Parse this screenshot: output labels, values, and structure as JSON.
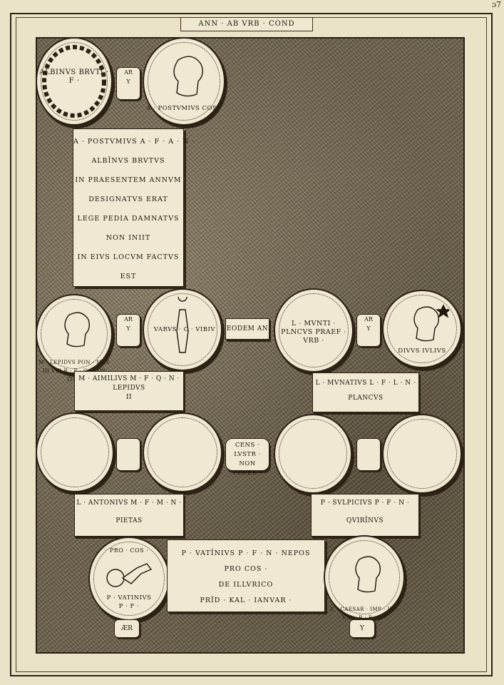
{
  "page": {
    "header": "ANN · AB VRB · COND",
    "corner_mark": "ɔ7"
  },
  "top": {
    "reverse_coin": "ALBINVS BRVTI · F ·",
    "obverse_coin": "A · POSTVMIVS COS ·",
    "connector": [
      "AR",
      "Y"
    ],
    "inscription": [
      "A · POSTVMIVS A · F · A · N ·",
      "ALBĪNVS BRVTVS",
      "IN PRAESENTEM ANNVM",
      "DESIGNATVS ERAT",
      "LEGE PEDIA DAMNATVS",
      "NON INIIT",
      "IN EIVS LOCVM FACTVS",
      "EST"
    ]
  },
  "row2": {
    "left": {
      "coin_a": "M · LEPIDVS PON · MAX · III VIR R · P · C · COS · ITER",
      "coin_b": "VARVS · C · VIBIV",
      "connector": [
        "AR",
        "Y"
      ],
      "label": [
        "M · AIMILIVS M · F · Q · N ·",
        "LEPIDVS",
        "II"
      ]
    },
    "middle": "EODEM AN ·",
    "right": {
      "coin_a": "L · MVNTI · PLNCVS PRAEF · VRB ·",
      "coin_b": "DIVVS IVLIVS",
      "connector": [
        "AR",
        "Y"
      ],
      "label": [
        "L · MVNATIVS L · F · L · N ·",
        "PLANCVS"
      ]
    }
  },
  "row3": {
    "middle": [
      "CENS ·",
      "LVSTR · NON",
      "FECER ·"
    ],
    "left_label": [
      "L · ANTONIVS M · F · M · N ·",
      "PIETAS"
    ],
    "right_label": [
      "P · SVLPICIVS P · F · N ·",
      "QVIRĪNVS"
    ]
  },
  "bottom": {
    "left_coin": [
      "PRO · COS ·",
      "P · VATINIVS",
      "P · F ·"
    ],
    "left_stand": "ÆR",
    "right_coin": "C · CAESAR · IMP · III · VIR · R · P · C ·",
    "right_stand": "Y",
    "inscription": [
      "P · VATĪNIVS P · F · N · NEPOS",
      "PRO COS ·",
      "DE ILLVRICO",
      "PRĪD · KAL · IANVAR ·"
    ]
  }
}
